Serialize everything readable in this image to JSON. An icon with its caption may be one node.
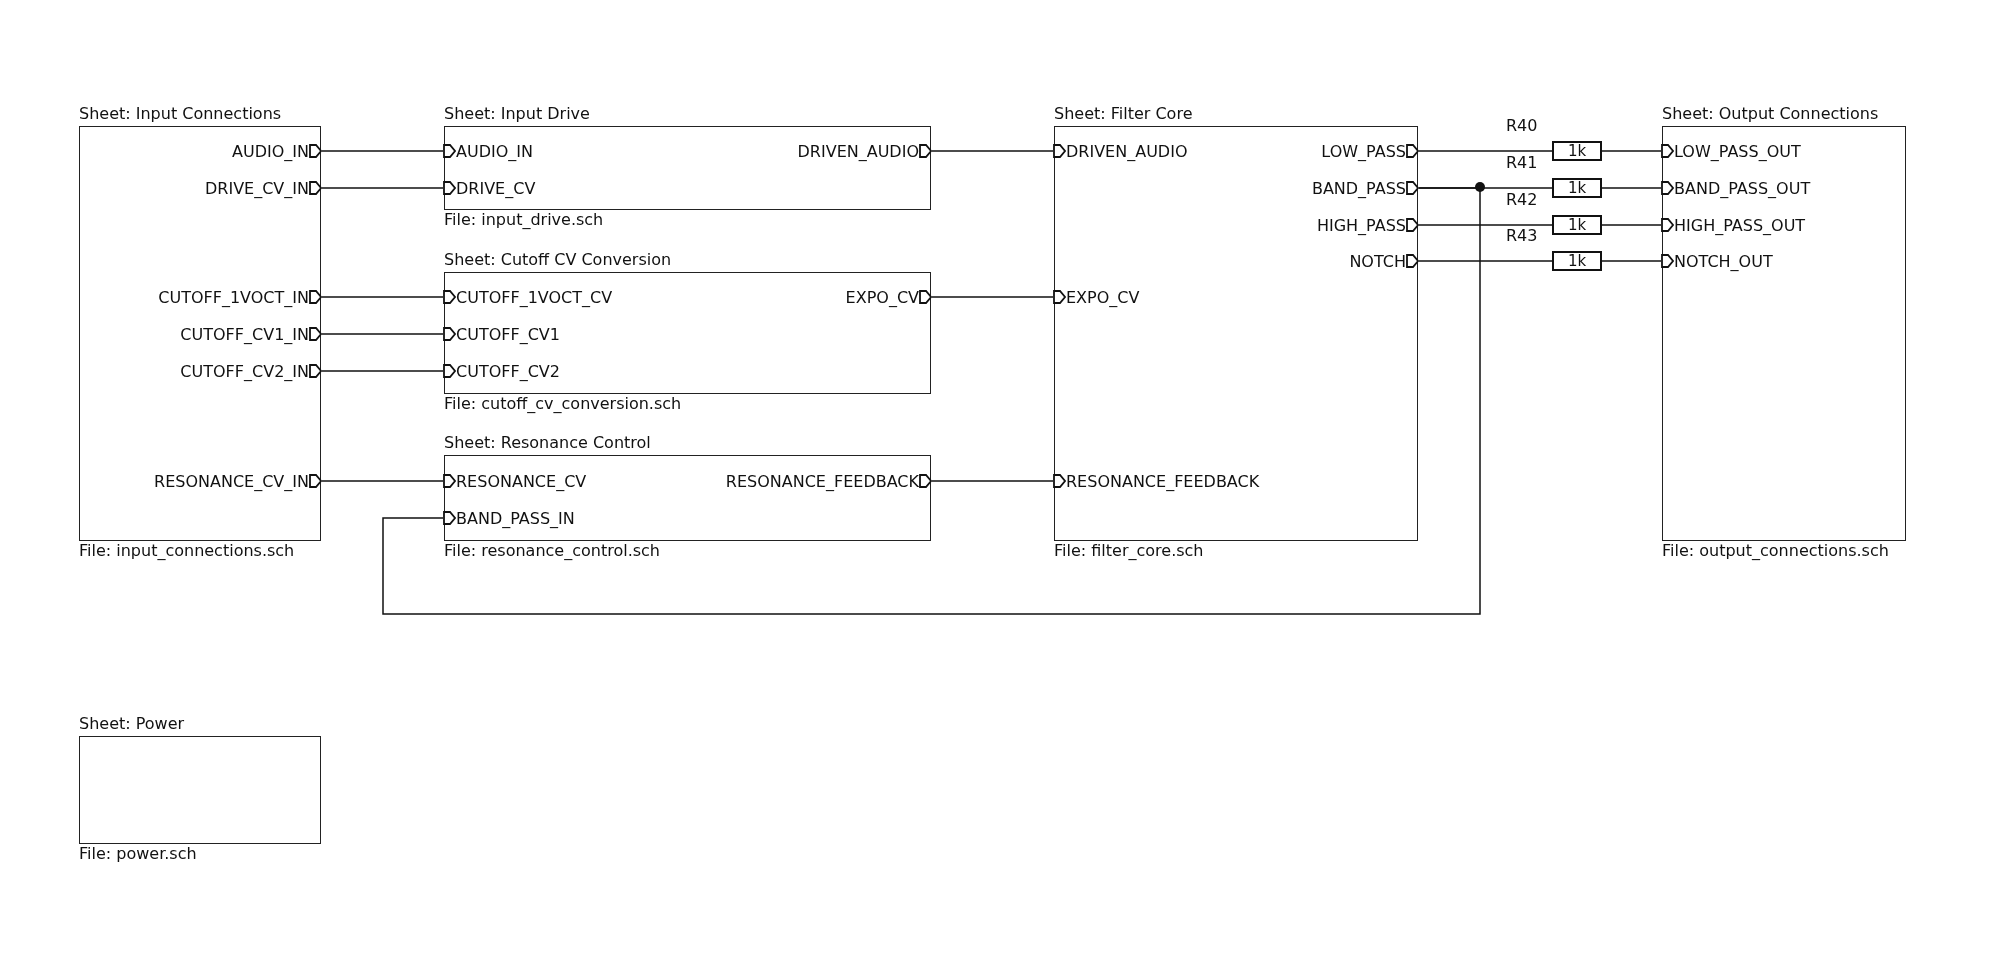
{
  "diagram": {
    "nodes": [
      {
        "text": [
          "Sheet: Input Connections",
          "File: input_connections.sch"
        ]
      },
      {
        "text": [
          "AUDIO_IN"
        ],
        "in": 0
      },
      {
        "text": [
          "DRIVE_CV_IN"
        ],
        "in": 0
      },
      {
        "text": [
          "CUTOFF_1VOCT_IN"
        ],
        "in": 0
      },
      {
        "text": [
          "CUTOFF_CV1_IN"
        ],
        "in": 0
      },
      {
        "text": [
          "CUTOFF_CV2_IN"
        ],
        "in": 0
      },
      {
        "text": [
          "RESONANCE_CV_IN"
        ],
        "in": 0
      },
      {
        "text": [
          "Sheet: Input Drive",
          "File: input_drive.sch"
        ]
      },
      {
        "text": [
          "AUDIO_IN"
        ],
        "in": 7
      },
      {
        "text": [
          "DRIVE_CV"
        ],
        "in": 7
      },
      {
        "text": [
          "DRIVEN_AUDIO"
        ],
        "in": 7
      },
      {
        "text": [
          "Sheet: Cutoff CV Conversion",
          "File: cutoff_cv_conversion.sch"
        ]
      },
      {
        "text": [
          "CUTOFF_1VOCT_CV"
        ],
        "in": 11
      },
      {
        "text": [
          "CUTOFF_CV1"
        ],
        "in": 11
      },
      {
        "text": [
          "CUTOFF_CV2"
        ],
        "in": 11
      },
      {
        "text": [
          "EXPO_CV"
        ],
        "in": 11
      },
      {
        "text": [
          "Sheet: Resonance Control",
          "File: resonance_control.sch"
        ]
      },
      {
        "text": [
          "RESONANCE_CV"
        ],
        "in": 16
      },
      {
        "text": [
          "BAND_PASS_IN"
        ],
        "in": 16
      },
      {
        "text": [
          "RESONANCE_FEEDBACK"
        ],
        "in": 16
      },
      {
        "text": [
          "Sheet: Filter Core",
          "File: filter_core.sch"
        ]
      },
      {
        "text": [
          "DRIVEN_AUDIO"
        ],
        "in": 20
      },
      {
        "text": [
          "EXPO_CV"
        ],
        "in": 20
      },
      {
        "text": [
          "RESONANCE_FEEDBACK"
        ],
        "in": 20
      },
      {
        "text": [
          "LOW_PASS"
        ],
        "in": 20
      },
      {
        "text": [
          "BAND_PASS"
        ],
        "in": 20
      },
      {
        "text": [
          "HIGH_PASS"
        ],
        "in": 20
      },
      {
        "text": [
          "NOTCH"
        ],
        "in": 20
      },
      {
        "text": [
          "1k"
        ],
        "beside": [
          "R40"
        ]
      },
      {
        "text": [
          "1k"
        ],
        "beside": [
          "R41"
        ]
      },
      {
        "text": [
          "1k"
        ],
        "beside": [
          "R42"
        ]
      },
      {
        "text": [
          "1k"
        ],
        "beside": [
          "R43"
        ]
      },
      {
        "text": [
          "Sheet: Output Connections",
          "File: output_connections.sch"
        ]
      },
      {
        "text": [
          "LOW_PASS_OUT"
        ],
        "in": 32
      },
      {
        "text": [
          "BAND_PASS_OUT"
        ],
        "in": 32
      },
      {
        "text": [
          "HIGH_PASS_OUT"
        ],
        "in": 32
      },
      {
        "text": [
          "NOTCH_OUT"
        ],
        "in": 32
      },
      {
        "text": [
          "Sheet: Power",
          "File: power.sch"
        ]
      }
    ],
    "edges": [
      {
        "from": 1,
        "to": 8,
        "arrow": "none"
      },
      {
        "from": 2,
        "to": 9,
        "arrow": "none"
      },
      {
        "from": 3,
        "to": 12,
        "arrow": "none"
      },
      {
        "from": 4,
        "to": 13,
        "arrow": "none"
      },
      {
        "from": 5,
        "to": 14,
        "arrow": "none"
      },
      {
        "from": 6,
        "to": 17,
        "arrow": "none"
      },
      {
        "from": 10,
        "to": 21,
        "arrow": "none"
      },
      {
        "from": 15,
        "to": 22,
        "arrow": "none"
      },
      {
        "from": 19,
        "to": 23,
        "arrow": "none"
      },
      {
        "from": 24,
        "to": 28,
        "arrow": "none"
      },
      {
        "from": 28,
        "to": 33,
        "arrow": "none"
      },
      {
        "from": 25,
        "to": 29,
        "arrow": "none"
      },
      {
        "from": 29,
        "to": 34,
        "arrow": "none"
      },
      {
        "from": 26,
        "to": 30,
        "arrow": "none"
      },
      {
        "from": 30,
        "to": 35,
        "arrow": "none"
      },
      {
        "from": 27,
        "to": 31,
        "arrow": "none"
      },
      {
        "from": 31,
        "to": 36,
        "arrow": "none"
      },
      {
        "from": 25,
        "to": 18,
        "arrow": "none"
      }
    ]
  }
}
